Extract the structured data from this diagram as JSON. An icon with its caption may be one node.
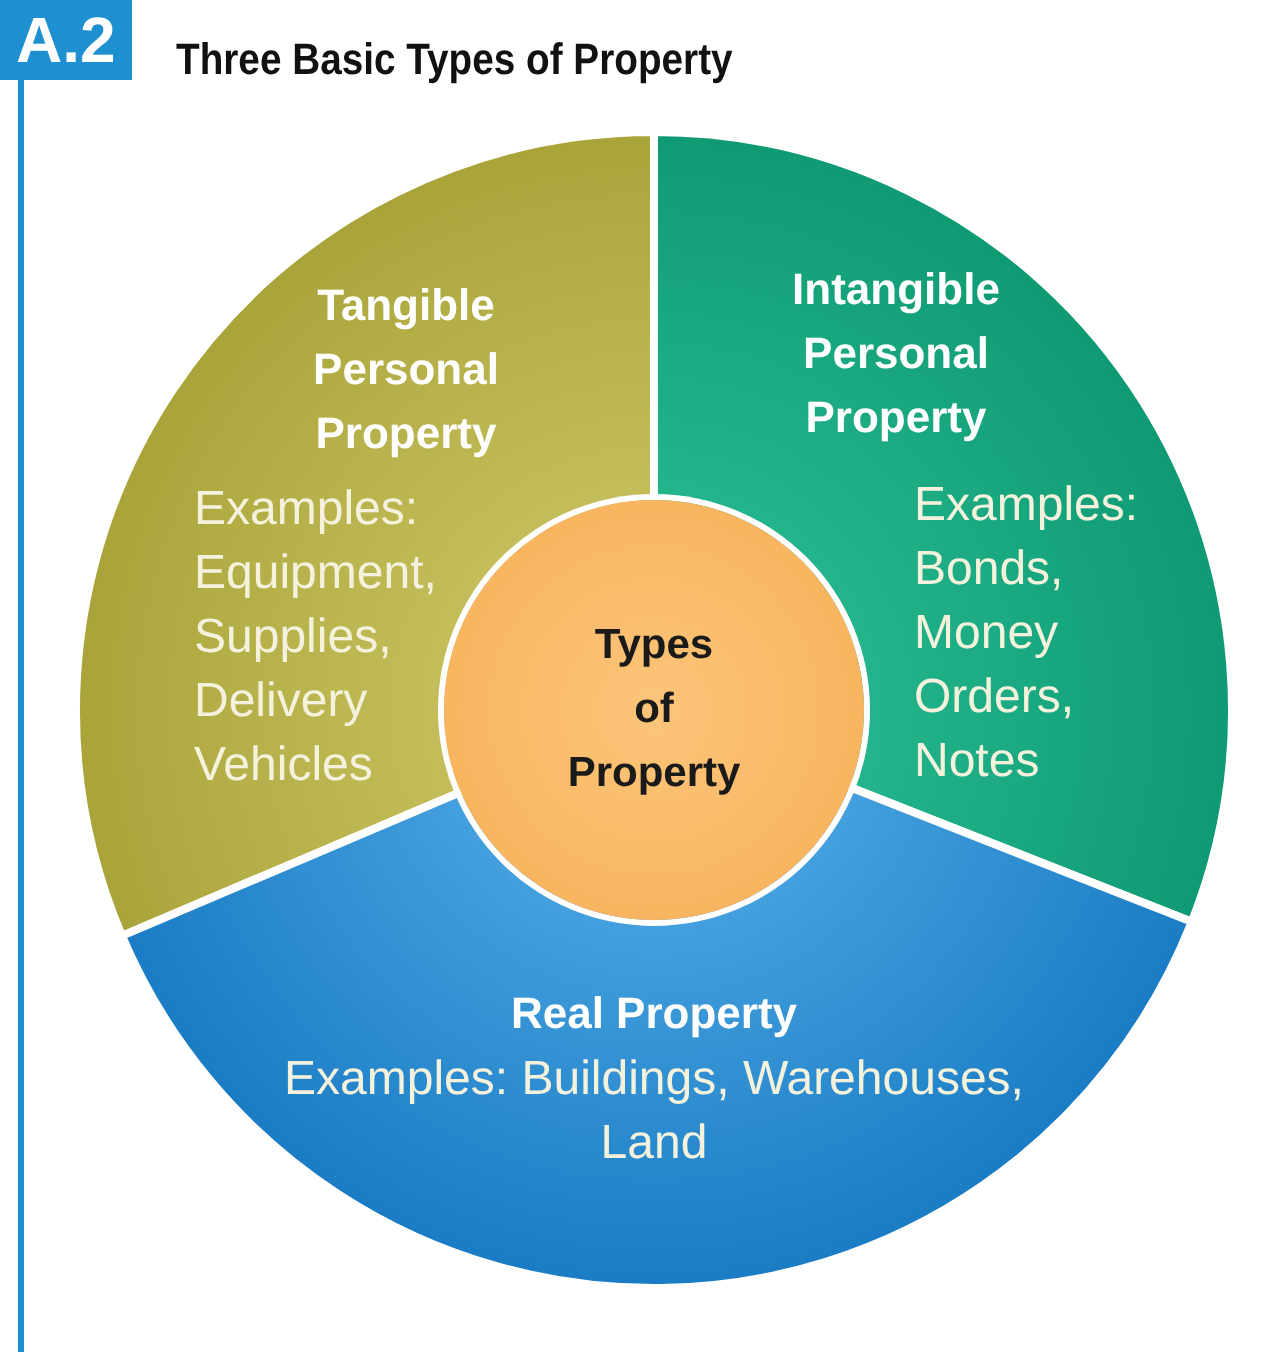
{
  "diagram": {
    "title": "Three Basic Types of Property",
    "nodes": [
      {
        "text": [
          "Tangible Personal Property",
          "Examples: Equipment, Supplies, Delivery Vehicles"
        ]
      },
      {
        "text": [
          "Intangible Personal Property",
          "Examples: Bonds, Money Orders, Notes"
        ]
      },
      {
        "text": [
          "Real Property",
          "Examples: Buildings, Warehouses, Land"
        ]
      },
      {
        "text": [
          "Types of Property"
        ]
      }
    ],
    "labels": [
      "A.2"
    ]
  }
}
